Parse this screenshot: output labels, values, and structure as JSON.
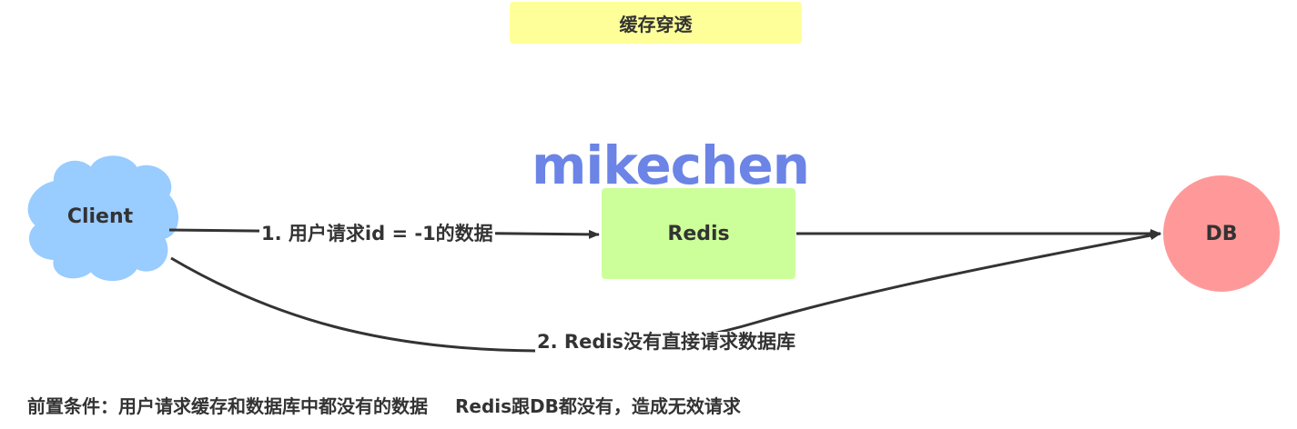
{
  "title": "缓存穿透",
  "watermark": "mikechen",
  "nodes": {
    "client": "Client",
    "redis": "Redis",
    "db": "DB"
  },
  "edges": {
    "client_to_redis": "1. 用户请求id = -1的数据",
    "client_to_db": "2. Redis没有直接请求数据库"
  },
  "footer": {
    "precondition": "前置条件：用户请求缓存和数据库中都没有的数据",
    "result": "Redis跟DB都没有，造成无效请求"
  },
  "colors": {
    "title_fill": "#ffff99",
    "client_fill": "#99ccff",
    "redis_fill": "#ccff99",
    "db_fill": "#ff9999",
    "watermark": "#6b84e6",
    "line": "#333333"
  }
}
